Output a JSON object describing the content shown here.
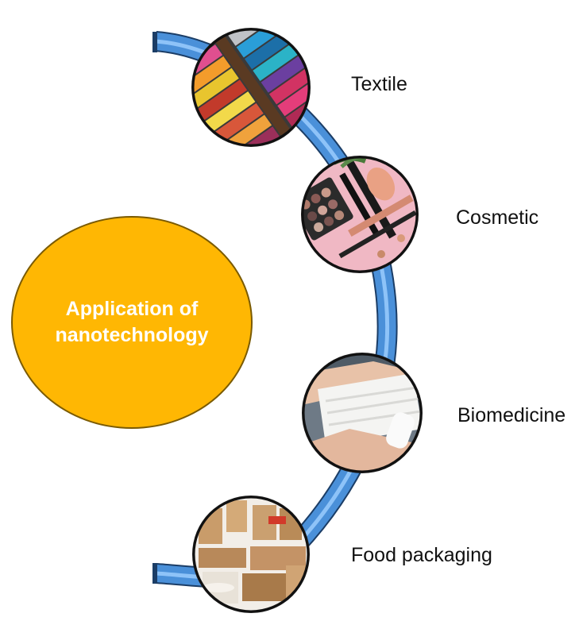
{
  "center": {
    "title": "Application of nanotechnology",
    "color": "#FFB703"
  },
  "arc_color": "#4A90D9",
  "items": [
    {
      "label": "Textile",
      "icon": "textile-fabric-swatches-icon"
    },
    {
      "label": "Cosmetic",
      "icon": "cosmetic-makeup-icon"
    },
    {
      "label": "Biomedicine",
      "icon": "bandage-wrap-icon"
    },
    {
      "label": "Food packaging",
      "icon": "paper-food-packaging-icon"
    }
  ]
}
